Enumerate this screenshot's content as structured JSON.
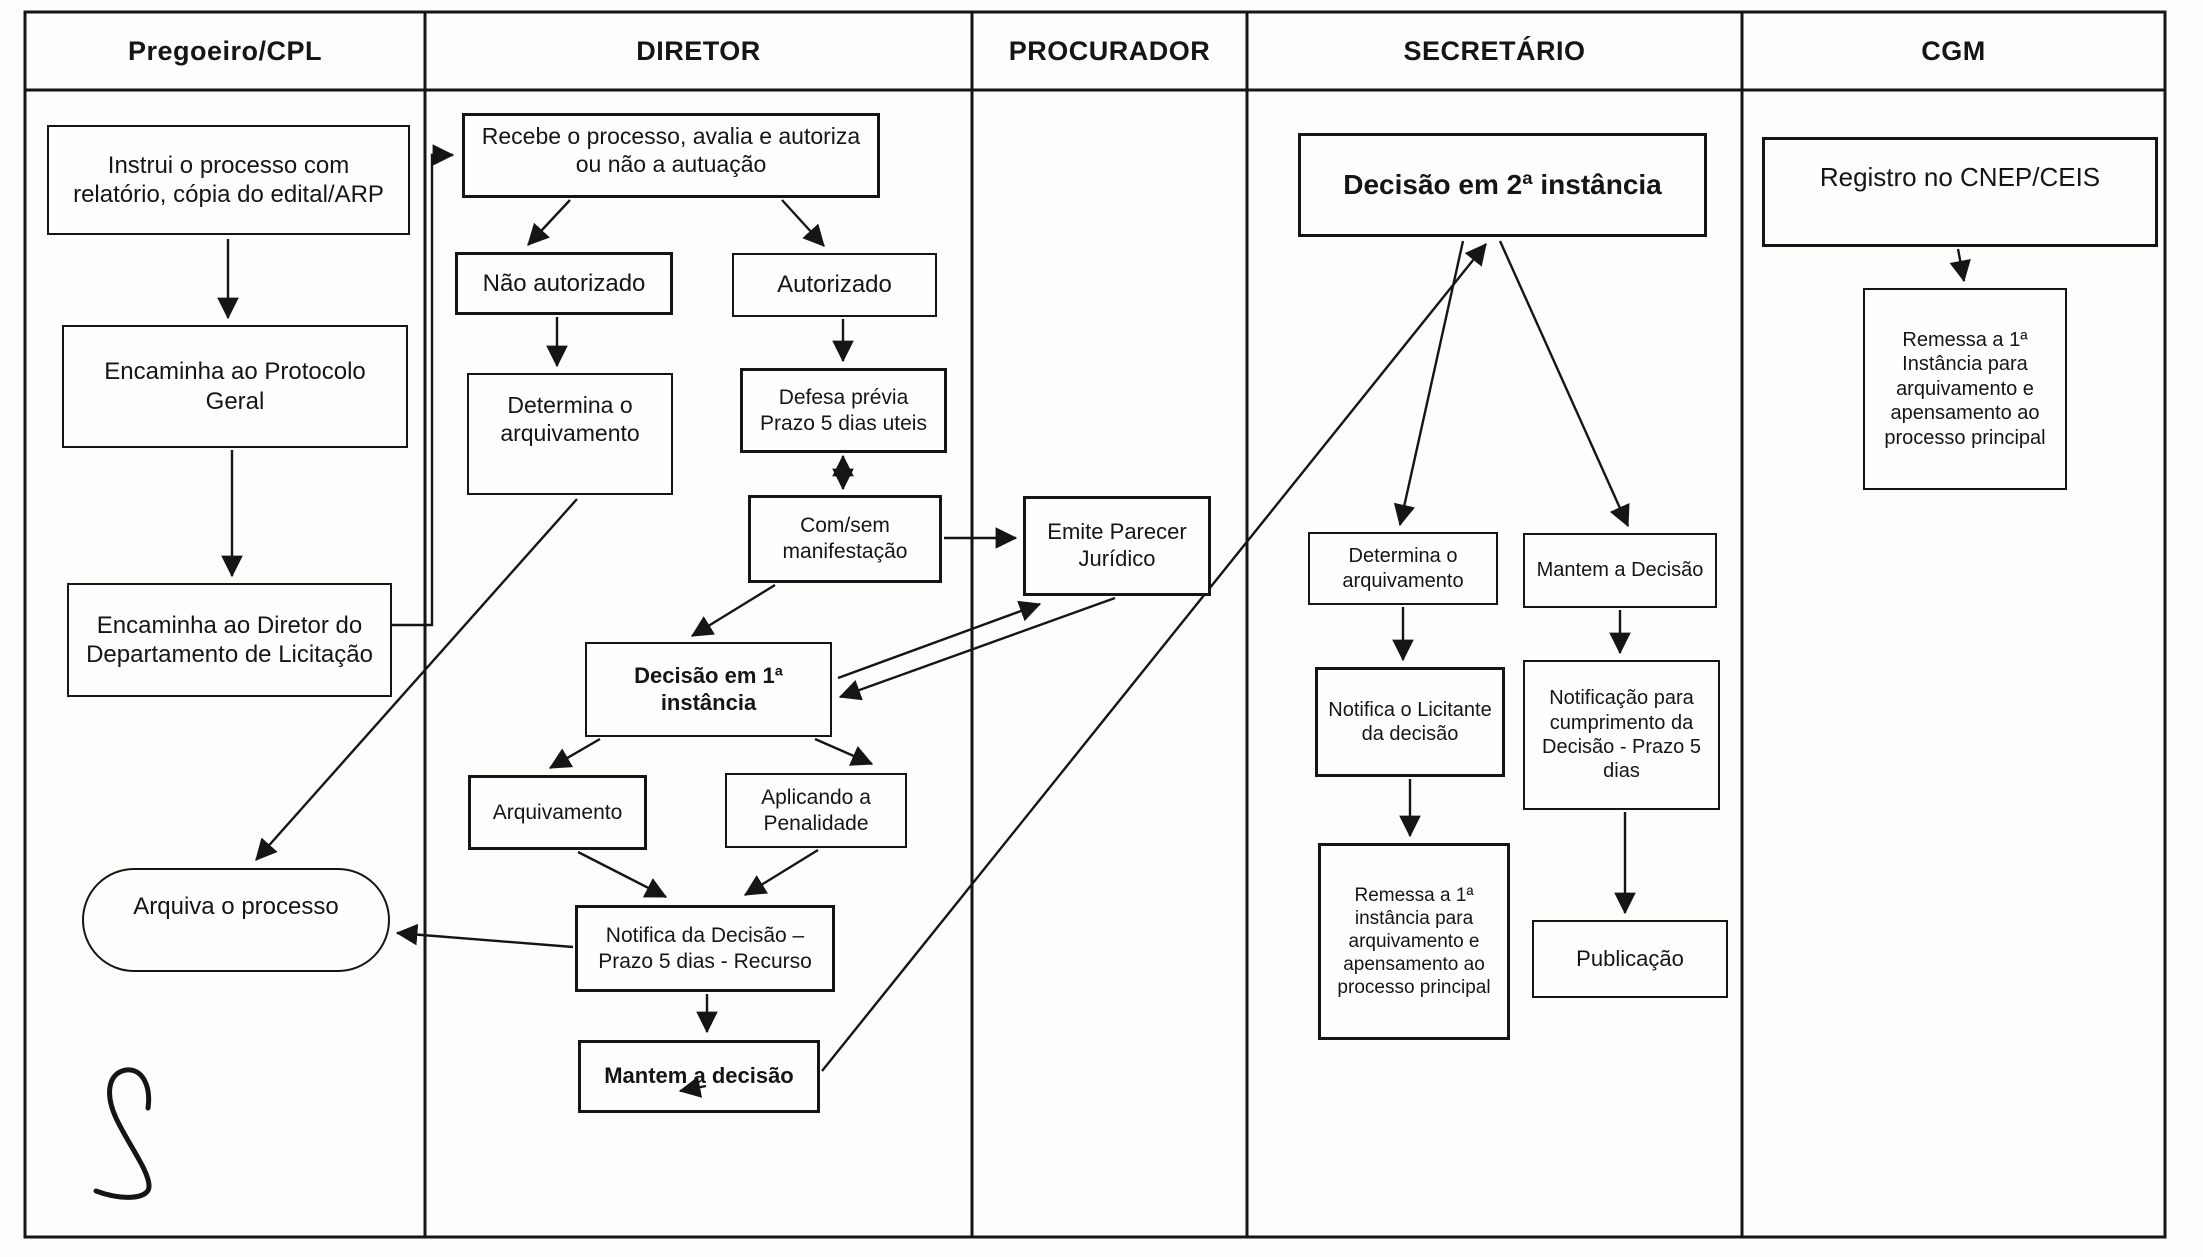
{
  "colors": {
    "ink": "#151515",
    "paper": "#fdfdfb"
  },
  "lanes": [
    {
      "label": "Pregoeiro/CPL"
    },
    {
      "label": "DIRETOR"
    },
    {
      "label": "PROCURADOR"
    },
    {
      "label": "SECRETÁRIO"
    },
    {
      "label": "CGM"
    }
  ],
  "nodes": {
    "instrui": {
      "lane": "Pregoeiro/CPL",
      "shape": "rect",
      "text": "Instrui o processo com relatório, cópia do edital/ARP"
    },
    "encaminha_protocolo": {
      "lane": "Pregoeiro/CPL",
      "shape": "rect",
      "text": "Encaminha ao Protocolo Geral"
    },
    "encaminha_diretor": {
      "lane": "Pregoeiro/CPL",
      "shape": "rect",
      "text": "Encaminha ao Diretor do Departamento de Licitação"
    },
    "arquiva_processo": {
      "lane": "Pregoeiro/CPL",
      "shape": "terminator",
      "text": "Arquiva o processo"
    },
    "recebe_processo": {
      "lane": "DIRETOR",
      "shape": "rect",
      "text": "Recebe o processo, avalia e autoriza ou não a autuação"
    },
    "nao_autorizado": {
      "lane": "DIRETOR",
      "shape": "rect",
      "text": "Não autorizado"
    },
    "autorizado": {
      "lane": "DIRETOR",
      "shape": "rect",
      "text": "Autorizado"
    },
    "determina_arquivamento_dir": {
      "lane": "DIRETOR",
      "shape": "rect",
      "text": "Determina o arquivamento"
    },
    "defesa_previa": {
      "lane": "DIRETOR",
      "shape": "rect",
      "text": "Defesa prévia Prazo 5 dias uteis"
    },
    "com_sem_manifestacao": {
      "lane": "DIRETOR",
      "shape": "rect",
      "text": "Com/sem manifestação"
    },
    "decisao_1a": {
      "lane": "DIRETOR",
      "shape": "rect",
      "emphasis": "bold",
      "text": "Decisão em 1ª instância"
    },
    "arquivamento": {
      "lane": "DIRETOR",
      "shape": "rect",
      "text": "Arquivamento"
    },
    "aplicando_penalidade": {
      "lane": "DIRETOR",
      "shape": "rect",
      "text": "Aplicando a Penalidade"
    },
    "notifica_decisao": {
      "lane": "DIRETOR",
      "shape": "rect",
      "text": "Notifica da Decisão – Prazo 5 dias - Recurso"
    },
    "mantem_decisao_dir": {
      "lane": "DIRETOR",
      "shape": "rect",
      "emphasis": "bold",
      "text": "Mantem a decisão"
    },
    "emite_parecer": {
      "lane": "PROCURADOR",
      "shape": "rect",
      "text": "Emite Parecer Jurídico"
    },
    "decisao_2a": {
      "lane": "SECRETÁRIO",
      "shape": "rect",
      "emphasis": "bold",
      "text": "Decisão em 2ª instância"
    },
    "determina_arquivamento_sec": {
      "lane": "SECRETÁRIO",
      "shape": "rect",
      "text": "Determina o arquivamento"
    },
    "mantem_decisao_sec": {
      "lane": "SECRETÁRIO",
      "shape": "rect",
      "text": "Mantem a Decisão"
    },
    "notifica_licitante": {
      "lane": "SECRETÁRIO",
      "shape": "rect",
      "text": "Notifica o Licitante da decisão"
    },
    "notificacao_cumprimento": {
      "lane": "SECRETÁRIO",
      "shape": "rect",
      "text": "Notificação para cumprimento da Decisão - Prazo 5 dias"
    },
    "remessa_1a_sec": {
      "lane": "SECRETÁRIO",
      "shape": "rect",
      "text": "Remessa a 1ª instância para arquivamento e apensamento ao processo principal"
    },
    "publicacao": {
      "lane": "SECRETÁRIO",
      "shape": "rect",
      "text": "Publicação"
    },
    "registro_cnep": {
      "lane": "CGM",
      "shape": "rect",
      "text": "Registro no CNEP/CEIS"
    },
    "remessa_1a_cgm": {
      "lane": "CGM",
      "shape": "rect",
      "text": "Remessa a 1ª Instância para arquivamento e apensamento ao processo principal"
    }
  },
  "edges": [
    {
      "from": "instrui",
      "to": "encaminha_protocolo"
    },
    {
      "from": "encaminha_protocolo",
      "to": "encaminha_diretor"
    },
    {
      "from": "encaminha_diretor",
      "to": "recebe_processo"
    },
    {
      "from": "recebe_processo",
      "to": "nao_autorizado"
    },
    {
      "from": "recebe_processo",
      "to": "autorizado"
    },
    {
      "from": "nao_autorizado",
      "to": "determina_arquivamento_dir"
    },
    {
      "from": "autorizado",
      "to": "defesa_previa"
    },
    {
      "from": "defesa_previa",
      "to": "com_sem_manifestacao",
      "direction": "both"
    },
    {
      "from": "com_sem_manifestacao",
      "to": "emite_parecer"
    },
    {
      "from": "emite_parecer",
      "to": "decisao_1a"
    },
    {
      "from": "decisao_1a",
      "to": "emite_parecer"
    },
    {
      "from": "com_sem_manifestacao",
      "to": "decisao_1a"
    },
    {
      "from": "decisao_1a",
      "to": "arquivamento"
    },
    {
      "from": "decisao_1a",
      "to": "aplicando_penalidade"
    },
    {
      "from": "arquivamento",
      "to": "notifica_decisao"
    },
    {
      "from": "aplicando_penalidade",
      "to": "notifica_decisao"
    },
    {
      "from": "notifica_decisao",
      "to": "mantem_decisao_dir"
    },
    {
      "from": "notifica_decisao",
      "to": "arquiva_processo"
    },
    {
      "from": "determina_arquivamento_dir",
      "to": "arquiva_processo"
    },
    {
      "from": "mantem_decisao_dir",
      "to": "decisao_2a",
      "direction": "both"
    },
    {
      "from": "decisao_2a",
      "to": "determina_arquivamento_sec"
    },
    {
      "from": "decisao_2a",
      "to": "mantem_decisao_sec"
    },
    {
      "from": "determina_arquivamento_sec",
      "to": "notifica_licitante"
    },
    {
      "from": "notifica_licitante",
      "to": "remessa_1a_sec"
    },
    {
      "from": "mantem_decisao_sec",
      "to": "notificacao_cumprimento"
    },
    {
      "from": "notificacao_cumprimento",
      "to": "publicacao"
    },
    {
      "from": "registro_cnep",
      "to": "remessa_1a_cgm"
    }
  ]
}
